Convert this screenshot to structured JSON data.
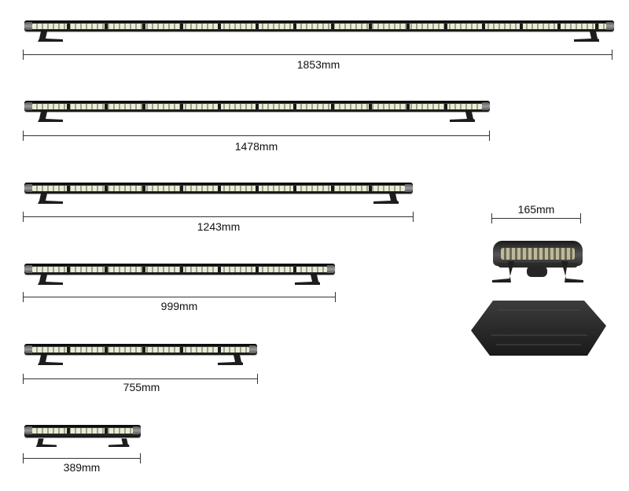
{
  "products": [
    {
      "id": "bar-1853",
      "dimension": "1853mm"
    },
    {
      "id": "bar-1478",
      "dimension": "1478mm"
    },
    {
      "id": "bar-1243",
      "dimension": "1243mm"
    },
    {
      "id": "bar-999",
      "dimension": "999mm"
    },
    {
      "id": "bar-755",
      "dimension": "755mm"
    },
    {
      "id": "bar-389",
      "dimension": "389mm"
    },
    {
      "id": "mini-165",
      "dimension": "165mm"
    }
  ],
  "colors": {
    "background": "#ffffff",
    "housing": "#2c2c2c",
    "led": "#e9ecd6",
    "dimension_line": "#333333"
  }
}
